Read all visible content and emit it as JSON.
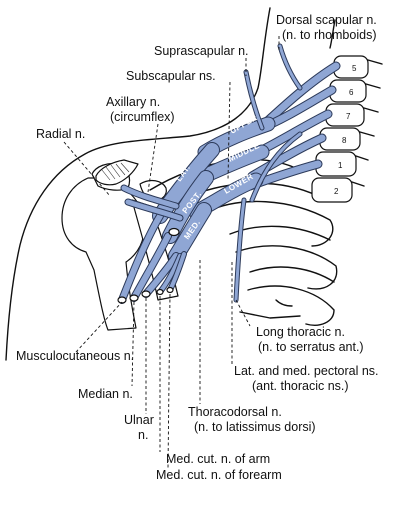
{
  "labels": {
    "dorsal_scapular_1": "Dorsal scapular n.",
    "dorsal_scapular_2": "(n. to rhomboids)",
    "suprascapular": "Suprascapular n.",
    "subscapular": "Subscapular ns.",
    "axillary_1": "Axillary n.",
    "axillary_2": "(circumflex)",
    "radial": "Radial n.",
    "musculocutaneous": "Musculocutaneous n.",
    "median": "Median n.",
    "ulnar_1": "Ulnar",
    "ulnar_2": "n.",
    "long_thoracic_1": "Long thoracic n.",
    "long_thoracic_2": "(n. to serratus ant.)",
    "pectoral_1": "Lat. and med. pectoral ns.",
    "pectoral_2": "(ant. thoracic ns.)",
    "thoracodorsal_1": "Thoracodorsal n.",
    "thoracodorsal_2": "(n. to latissimus dorsi)",
    "med_cut_arm": "Med. cut. n. of arm",
    "med_cut_forearm": "Med. cut. n. of forearm"
  },
  "plexus_labels": {
    "upper": "UPPER",
    "middle": "MIDDLE",
    "lower": "LOWER",
    "lat": "LAT.",
    "post": "POST.",
    "med": "MED."
  },
  "vertebra_numbers": [
    "5",
    "6",
    "7",
    "8",
    "1",
    "2"
  ],
  "colors": {
    "nerve_fill": "#8fa6d4",
    "nerve_edge": "#2c3a5a",
    "ink": "#111111"
  }
}
